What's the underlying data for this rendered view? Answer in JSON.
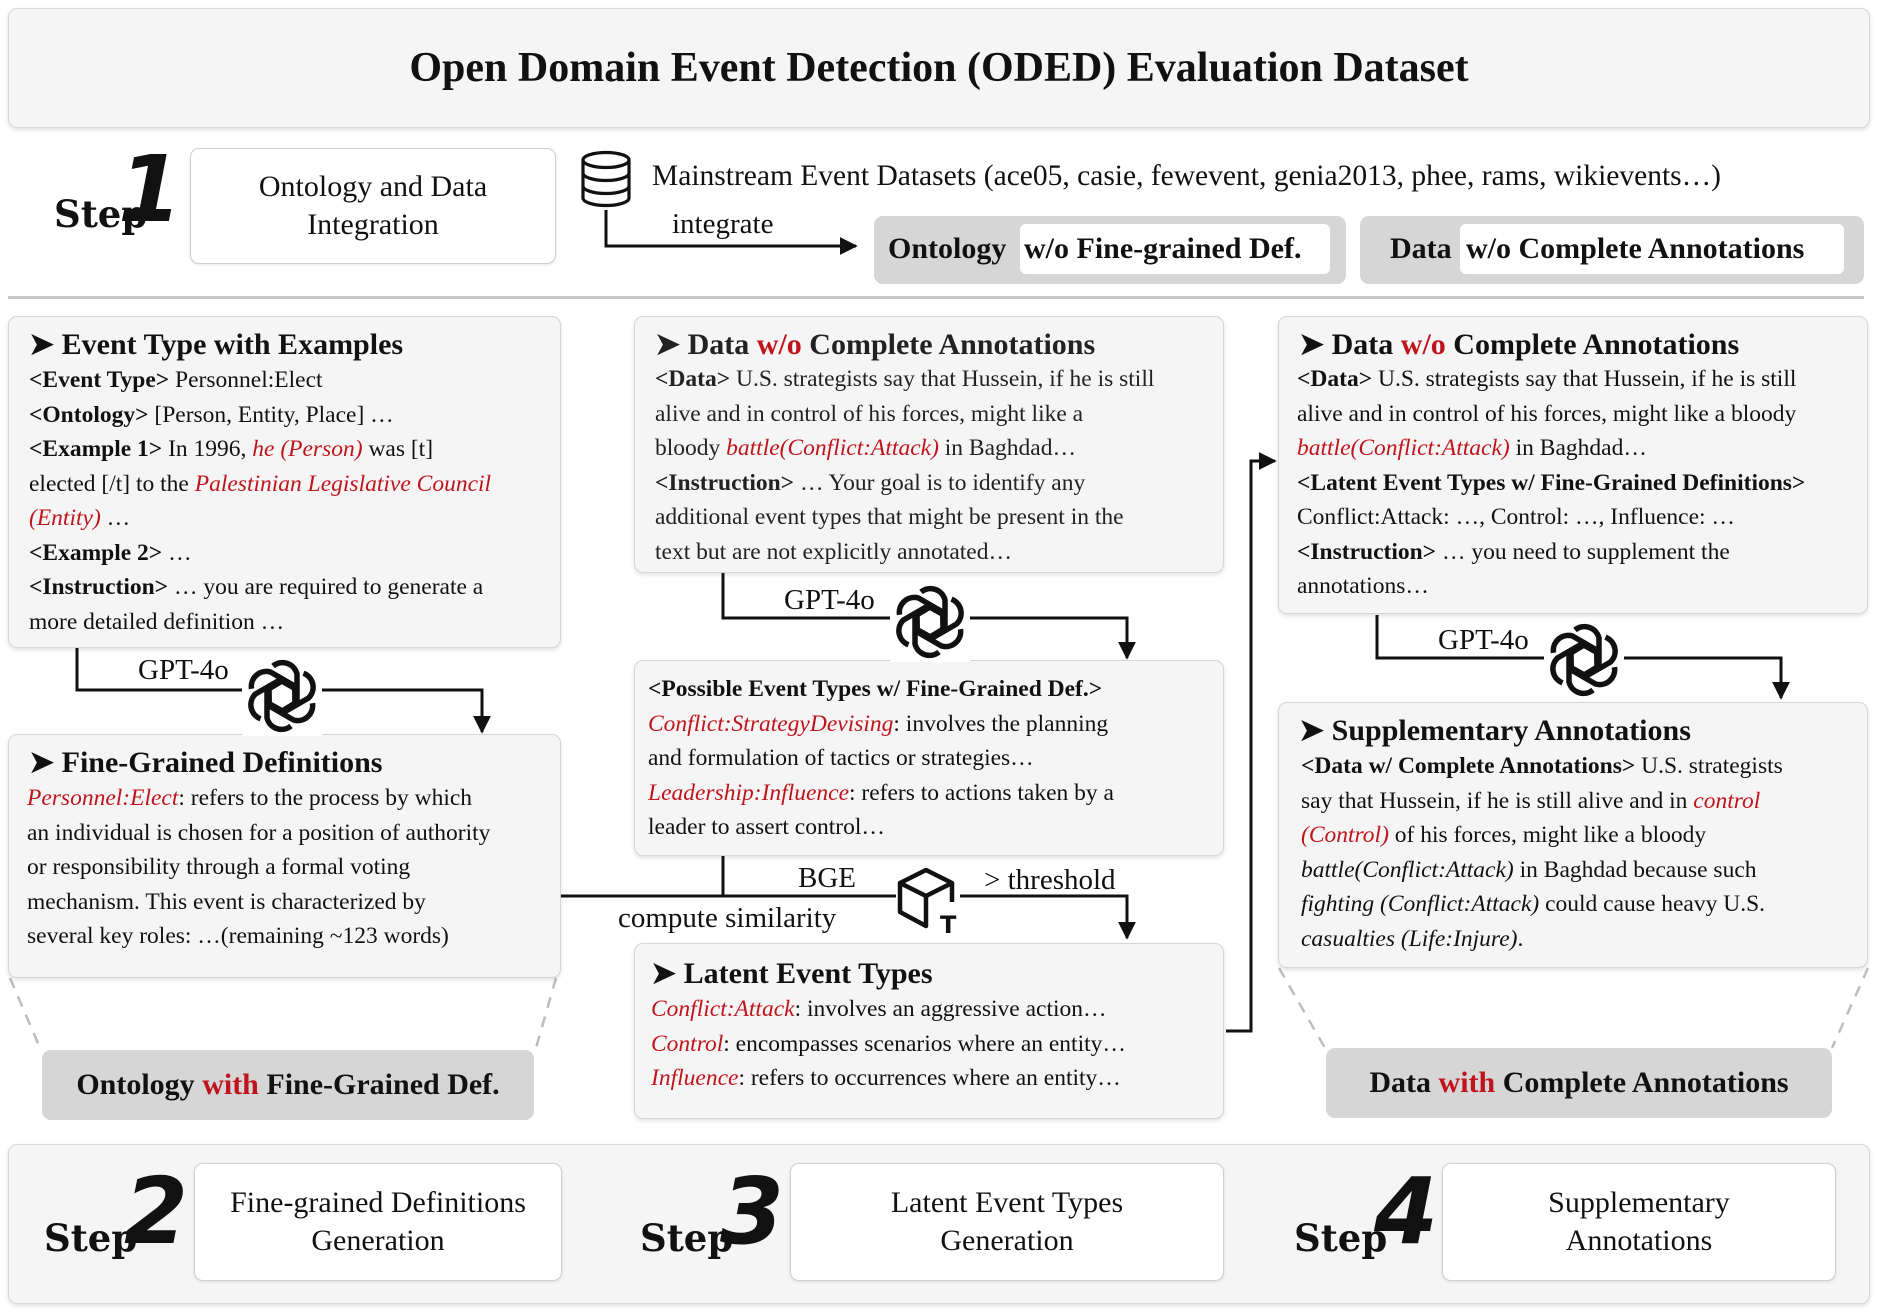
{
  "title": "Open Domain Event Detection (ODED) Evaluation Dataset",
  "steps": {
    "label": "Step",
    "s1": {
      "num": "1",
      "name": "Ontology and Data Integration"
    },
    "s2": {
      "num": "2",
      "name": "Fine-grained Definitions Generation"
    },
    "s3": {
      "num": "3",
      "name": "Latent Event Types Generation"
    },
    "s4": {
      "num": "4",
      "name": "Supplementary Annotations"
    }
  },
  "step1": {
    "datasets": "Mainstream Event Datasets (ace05, casie, fewevent, genia2013, phee, rams, wikievents…)",
    "integrate": "integrate",
    "ontology_a": "Ontology",
    "ontology_b": "w/o Fine-grained Def.",
    "data_a": "Data",
    "data_b": "w/o Complete Annotations"
  },
  "arrow": "➤",
  "p1": {
    "title": "Event Type with Examples",
    "l1a": "<Event Type>",
    "l1b": " Personnel:Elect",
    "l2a": "<Ontology>",
    "l2b": " [Person, Entity, Place] …",
    "l3a": "<Example 1>",
    "l3b": " In 1996, ",
    "l3c": "he (Person)",
    "l3d": " was [t]",
    "l4a": "elected [/t] to the ",
    "l4b": "Palestinian Legislative Council",
    "l5a": "(Entity)",
    "l5b": " …",
    "l6a": "<Example 2>",
    "l6b": " …",
    "l7a": "<Instruction>",
    "l7b": " … you are required to generate a",
    "l8": "more detailed definition …"
  },
  "p2": {
    "title": "Fine-Grained Definitions",
    "l1a": "Personnel:Elect",
    "l1b": ": refers to the process by which",
    "l2": "an individual is chosen for a position of authority",
    "l3": "or responsibility through a formal voting",
    "l4": "mechanism. This event is characterized by",
    "l5": "several key roles: …(remaining ~123 words)"
  },
  "badge_left": {
    "a": "Ontology ",
    "b": "with",
    "c": " Fine-Grained Def."
  },
  "badge_right": {
    "a": "Data ",
    "b": "with",
    "c": " Complete Annotations"
  },
  "p3": {
    "title_a": "Data ",
    "title_b": "w/o",
    "title_c": " Complete Annotations",
    "l1a": "<Data>",
    "l1b": " U.S. strategists say that Hussein, if he is still",
    "l2": "alive and in control of his forces, might like a",
    "l3a": "bloody ",
    "l3b": "battle(Conflict:Attack)",
    "l3c": " in Baghdad…",
    "l4a": "<Instruction>",
    "l4b": " … Your goal is to identify any",
    "l5": "additional event types that might be present in the",
    "l6": "text but are not explicitly annotated…"
  },
  "p4": {
    "l1": "<Possible Event Types w/ Fine-Grained Def.>",
    "l2a": "Conflict:StrategyDevising",
    "l2b": ": involves the planning",
    "l3": "and formulation of tactics or strategies…",
    "l4a": "Leadership:Influence",
    "l4b": ": refers to actions taken by a",
    "l5": "leader to assert control…"
  },
  "p5": {
    "title": "Latent Event Types",
    "l1a": "Conflict:Attack",
    "l1b": ": involves an aggressive action…",
    "l2a": "Control",
    "l2b": ": encompasses scenarios where an entity…",
    "l3a": "Influence",
    "l3b": ": refers to occurrences where an entity…"
  },
  "p6": {
    "title_a": "Data ",
    "title_b": "w/o",
    "title_c": " Complete Annotations",
    "l1a": "<Data>",
    "l1b": " U.S. strategists say that Hussein, if he is still",
    "l2": "alive and in control of his forces, might like a bloody",
    "l3a": "battle(Conflict:Attack)",
    "l3b": " in Baghdad…",
    "l4": "<Latent Event Types w/ Fine-Grained Definitions>",
    "l5": "Conflict:Attack: …, Control: …, Influence: …",
    "l6a": "<Instruction>",
    "l6b": " … you need to supplement the",
    "l7": "annotations…"
  },
  "p7": {
    "title": "Supplementary Annotations",
    "l1a": "<Data w/ Complete Annotations>",
    "l1b": " U.S. strategists",
    "l2a": "say that Hussein, if he is still alive and in ",
    "l2b": "control",
    "l3a": "(Control)",
    "l3b": " of his forces, might like a bloody",
    "l4a": "battle(Conflict:Attack)",
    "l4b": " in Baghdad because such",
    "l5a": "fighting (Conflict:Attack)",
    "l5b": " could cause heavy U.S.",
    "l6a": "casualties (Life:Injure)",
    "l6b": "."
  },
  "labels": {
    "gpt": "GPT-4o",
    "bge": "BGE",
    "threshold": "> threshold",
    "similarity": "compute similarity",
    "bge_icon_letter": "T"
  },
  "icons": {
    "database": "database-icon",
    "openai": "openai-logo-icon",
    "cube": "cube-icon"
  }
}
